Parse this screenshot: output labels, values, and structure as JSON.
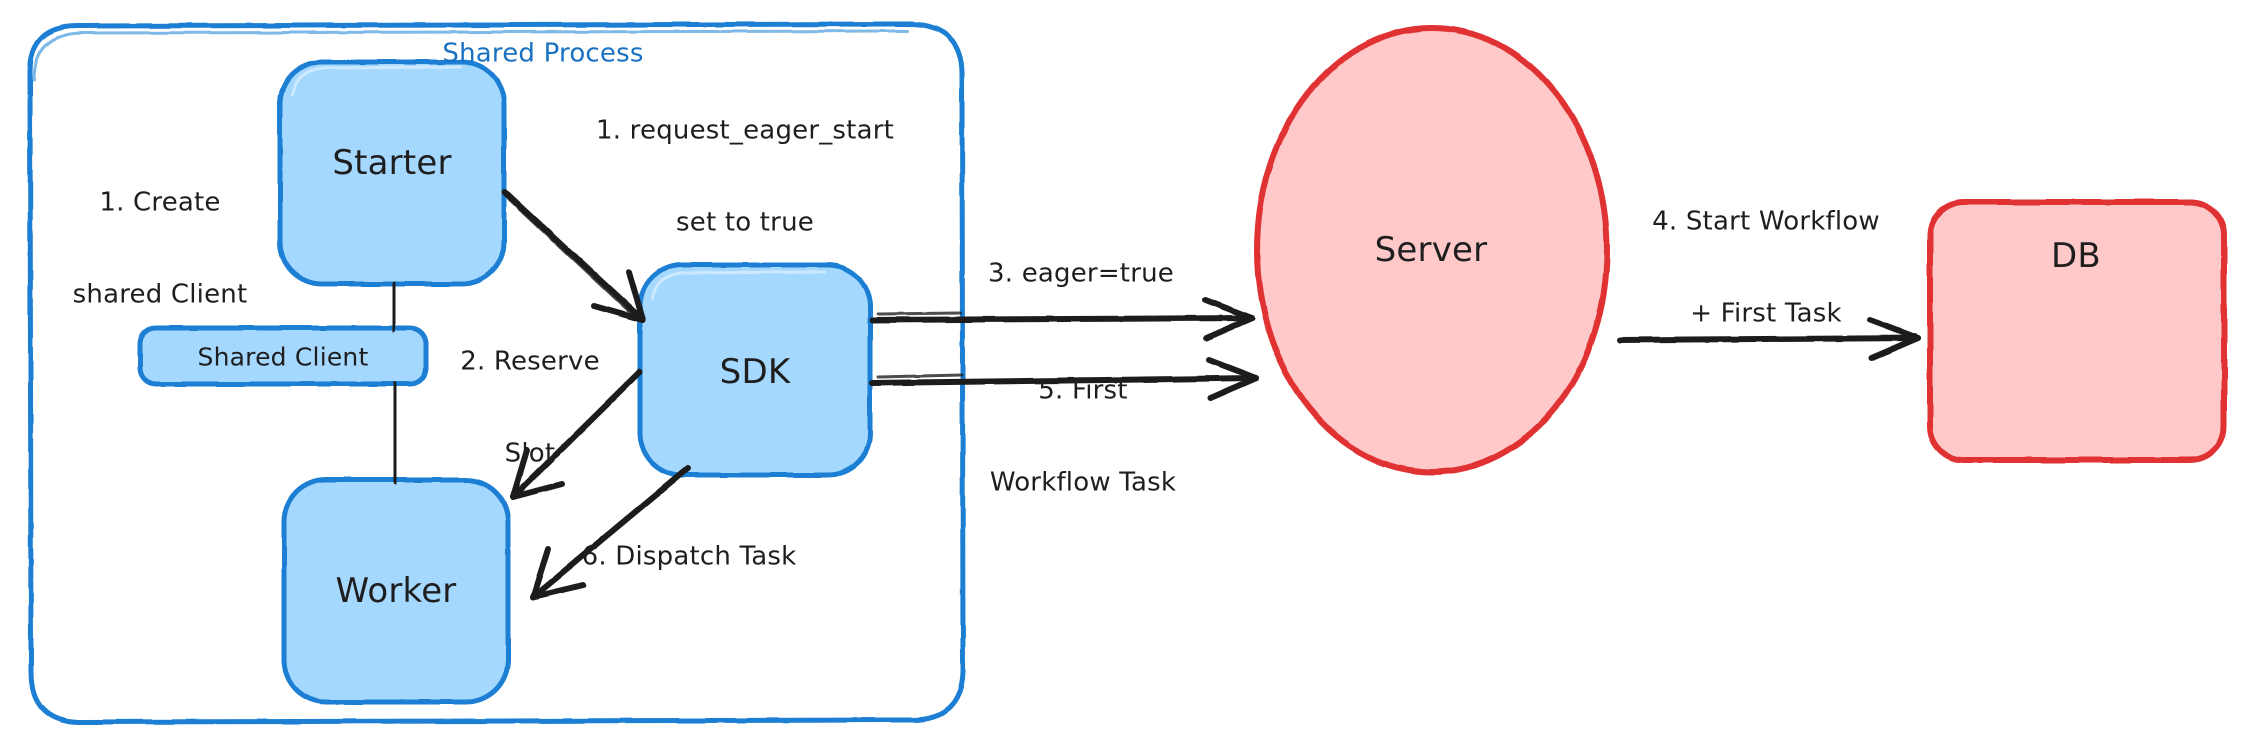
{
  "diagram": {
    "type": "flowchart",
    "title_visible": false,
    "colors": {
      "blue_stroke": "#1a7fd4",
      "blue_fill": "#a5d8ff",
      "red_stroke": "#e03131",
      "red_fill": "#ffc9c9",
      "arrow": "#1e1e1e",
      "text": "#1e1e1e",
      "background": "#ffffff"
    },
    "group": {
      "label": "Shared Process",
      "stroke": "#1a7fd4"
    },
    "nodes": [
      {
        "id": "starter",
        "label": "Starter",
        "shape": "rounded-rect",
        "fill": "#a5d8ff",
        "stroke": "#1a7fd4"
      },
      {
        "id": "shared_client",
        "label": "Shared Client",
        "shape": "rounded-rect",
        "fill": "#a5d8ff",
        "stroke": "#1a7fd4"
      },
      {
        "id": "worker",
        "label": "Worker",
        "shape": "rounded-rect",
        "fill": "#a5d8ff",
        "stroke": "#1a7fd4"
      },
      {
        "id": "sdk",
        "label": "SDK",
        "shape": "rounded-rect",
        "fill": "#a5d8ff",
        "stroke": "#1a7fd4"
      },
      {
        "id": "server",
        "label": "Server",
        "shape": "ellipse",
        "fill": "#ffc9c9",
        "stroke": "#e03131"
      },
      {
        "id": "db",
        "label": "DB",
        "shape": "rounded-rect",
        "fill": "#ffc9c9",
        "stroke": "#e03131"
      }
    ],
    "edges": [
      {
        "id": "e1",
        "from": "starter",
        "to": "shared_client",
        "label": "1. Create\nshared Client",
        "label_line1": "1. Create",
        "label_line2": "shared Client",
        "arrow": false
      },
      {
        "id": "e2",
        "from": "shared_client",
        "to": "worker",
        "label": "",
        "arrow": false
      },
      {
        "id": "e3",
        "from": "starter",
        "to": "sdk",
        "label": "1. request_eager_start\nset to true",
        "label_line1": "1. request_eager_start",
        "label_line2": "set to true",
        "arrow": true
      },
      {
        "id": "e4",
        "from": "sdk",
        "to": "worker",
        "label": "2. Reserve\nSlot",
        "label_line1": "2. Reserve",
        "label_line2": "Slot",
        "arrow": true
      },
      {
        "id": "e5",
        "from": "sdk",
        "to": "worker",
        "label": "6. Dispatch Task",
        "label_line1": "6. Dispatch Task",
        "label_line2": "",
        "arrow": true
      },
      {
        "id": "e6",
        "from": "sdk",
        "to": "server",
        "label": "3. eager=true",
        "label_line1": "3. eager=true",
        "label_line2": "",
        "arrow": true
      },
      {
        "id": "e7",
        "from": "sdk",
        "to": "server",
        "label": "5. First\nWorkflow Task",
        "label_line1": "5. First",
        "label_line2": "Workflow Task",
        "arrow": true
      },
      {
        "id": "e8",
        "from": "server",
        "to": "db",
        "label": "4. Start Workflow\n+ First Task",
        "label_line1": "4. Start Workflow",
        "label_line2": "+ First Task",
        "arrow": true
      }
    ]
  }
}
